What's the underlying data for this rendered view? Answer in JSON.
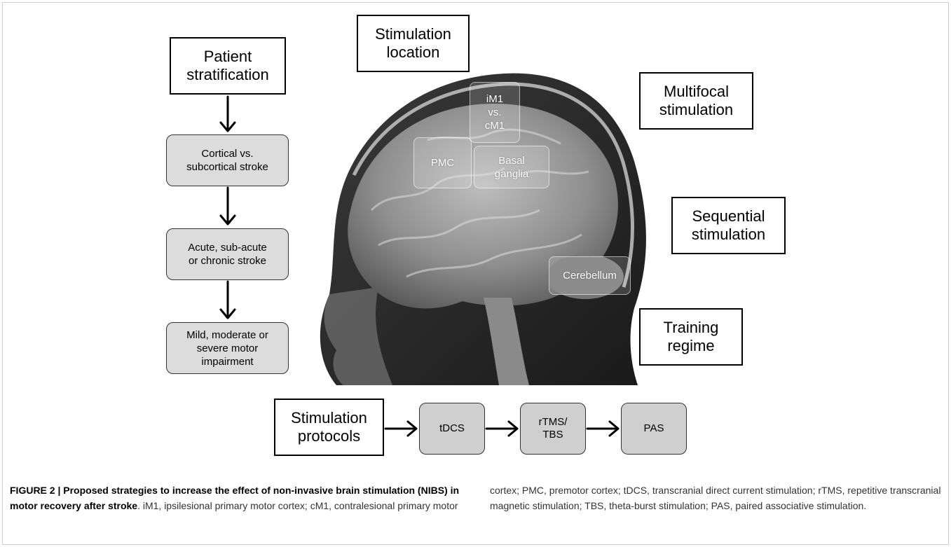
{
  "figure": {
    "patient_stratification": "Patient\nstratification",
    "strata": [
      "Cortical vs.\nsubcortical stroke",
      "Acute, sub-acute\nor chronic stroke",
      "Mild, moderate or\nsevere motor\nimpairment"
    ],
    "stimulation_location": "Stimulation\nlocation",
    "multifocal_stimulation": "Multifocal\nstimulation",
    "sequential_stimulation": "Sequential\nstimulation",
    "training_regime": "Training\nregime",
    "stimulation_protocols": "Stimulation\nprotocols",
    "protocols": [
      "tDCS",
      "rTMS/\nTBS",
      "PAS"
    ],
    "regions": {
      "m1": "iM1\nvs.\ncM1",
      "pmc": "PMC",
      "basal_ganglia": "Basal\nganglia",
      "cerebellum": "Cerebellum"
    }
  },
  "caption": {
    "figure_label": "FIGURE 2 | Proposed strategies to increase the effect of non-invasive brain stimulation (NIBS) in motor recovery after stroke",
    "text": ". iM1, ipsilesional primary motor cortex; cM1, contralesional primary motor cortex; PMC, premotor cortex; tDCS, transcranial direct current stimulation; rTMS, repetitive transcranial magnetic stimulation; TBS, theta-burst stimulation; PAS, paired associative stimulation."
  }
}
